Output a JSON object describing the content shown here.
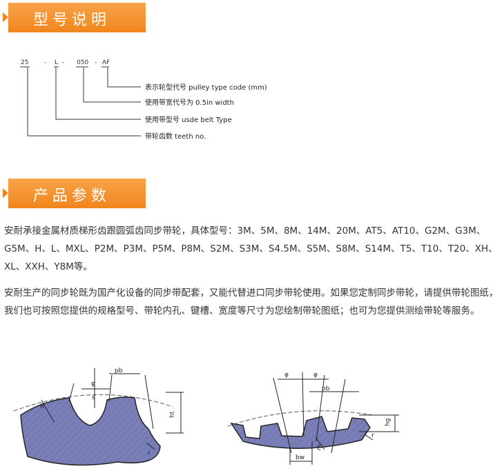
{
  "sections": [
    {
      "title": "型号说明"
    },
    {
      "title": "产品参数"
    }
  ],
  "model_code": {
    "parts": [
      "25",
      "-",
      "L",
      "-",
      "050",
      "-",
      "AF"
    ],
    "labels": [
      "表示轮型代号 pulley type code (mm)",
      "使用带宽代号为 0.5in width",
      "使用带型号 usde belt Type",
      "带轮齿数 teeth no."
    ]
  },
  "paragraphs": [
    "安耐承接金属材质梯形齿跟圆弧齿同步带轮，具体型号：3M、5M、8M、14M、20M、AT5、AT10、G2M、G3M、G5M、H、L、MXL、P2M、P3M、P5M、P8M、S2M、S3M、S4.5M、S5M、S8M、S14M、T5、T10、T20、XH、XL、XXH、Y8M等。",
    "安耐生产的同步轮既为国产化设备的同步带配套，又能代替进口同步带轮使用。如果您定制同步带轮，请提供带轮图纸，我们也可按照您提供的规格型号、带轮内孔、键槽、宽度等尺寸为您绘制带轮图纸；也可为您提供测绘带轮等服务。"
  ],
  "drawing_labels": {
    "left": {
      "pb": "pb",
      "phi": "φ",
      "s": "s",
      "R": "R",
      "ht": "ht",
      "r": "r"
    },
    "right": {
      "phi1": "φ",
      "phi2": "φ",
      "pb": "pb",
      "hg": "hg",
      "r": "r",
      "rb": "rb",
      "bw": "bw"
    }
  },
  "colors": {
    "banner": "#f0851c",
    "tooth_fill": "#7b7fb8",
    "line": "#222222"
  }
}
